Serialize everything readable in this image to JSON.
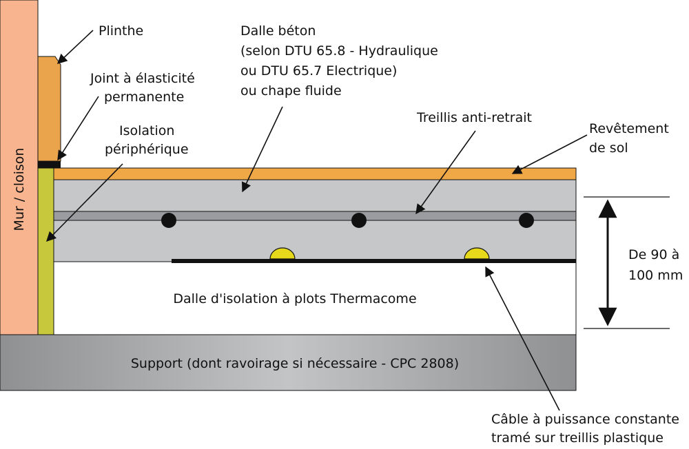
{
  "labels": {
    "plinthe": "Plinthe",
    "joint_line1": "Joint à élasticité",
    "joint_line2": "permanente",
    "isolation_line1": "Isolation",
    "isolation_line2": "périphérique",
    "dalle_line1": "Dalle béton",
    "dalle_line2": "(selon DTU 65.8 - Hydraulique",
    "dalle_line3": "ou DTU 65.7 Electrique)",
    "dalle_line4": "ou chape fluide",
    "treillis": "Treillis anti-retrait",
    "revetement_line1": "Revêtement",
    "revetement_line2": "de sol",
    "thickness_line1": "De 90 à",
    "thickness_line2": "100 mm",
    "mur": "Mur / cloison",
    "isolation_slab": "Dalle d'isolation à plots Thermacome",
    "support": "Support (dont ravoirage si nécessaire - CPC 2808)",
    "cable_line1": "Câble à puissance constante",
    "cable_line2": "tramé sur treillis plastique"
  },
  "colors": {
    "wall": "#f7b48f",
    "skirting": "#e9a44c",
    "floor_covering": "#f0a746",
    "concrete": "#c6c7c9",
    "mesh": "#9b9c9f",
    "insulation_edge": "#c8c83c",
    "support": "#a9aaac",
    "insulation_slab": "#ffffff",
    "cable_bump": "#e6d81a",
    "outline": "#111111"
  }
}
